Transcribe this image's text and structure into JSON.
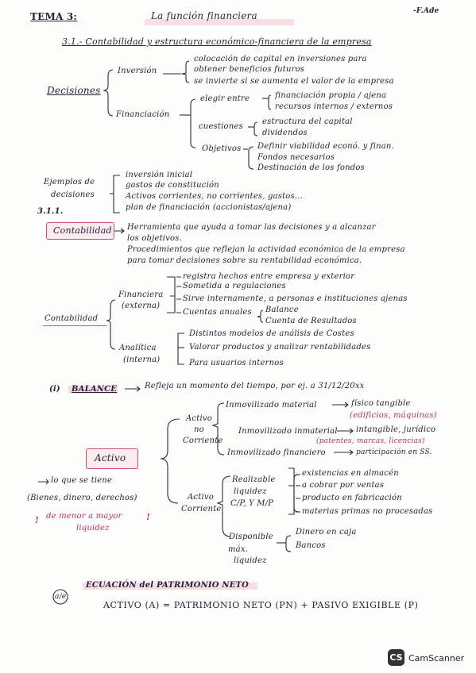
{
  "header": {
    "tema": "TEMA 3:",
    "title": "La función financiera",
    "author": "-F.Ade"
  },
  "section_31": {
    "heading": "3.1.- Contabilidad y estructura económico-financiera de la empresa",
    "decisiones": "Decisiones",
    "inversion": {
      "label": "Inversión",
      "items": [
        "colocación de capital en inversiones para",
        "obtener beneficios futuros",
        "se invierte si se aumenta el valor de la empresa"
      ]
    },
    "financiacion": {
      "label": "Financiación",
      "elegir": "elegir entre",
      "elegir_items": [
        "financiación propia / ajena",
        "recursos internos / externos"
      ],
      "cuestiones": "cuestiones",
      "cuestiones_items": [
        "estructura del capital",
        "dividendos"
      ],
      "objetivos": "Objetivos",
      "objetivos_items": [
        "Definir viabilidad econó. y finan.",
        "Fondos necesarios",
        "Destinación de los fondos"
      ]
    }
  },
  "ejemplos": {
    "label_1": "Ejemplos de",
    "label_2": "decisiones",
    "items": [
      "inversión inicial",
      "gastos de constitución",
      "Activos corrientes, no corrientes, gastos...",
      "plan de financiación (accionistas/ajena)"
    ]
  },
  "section_311": {
    "number": "3.1.1.",
    "contabilidad_box": "Contabilidad",
    "definition": [
      "Herramienta que ayuda a tomar las decisiones y a alcanzar",
      "los objetivos.",
      "Procedimientos que reflejan la actividad económica de la empresa",
      "para tomar decisiones sobre su rentabilidad económica."
    ],
    "contabilidad_label": "Contabilidad",
    "financiera": {
      "label_1": "Financiera",
      "label_2": "(externa)",
      "items": [
        "registra hechos entre empresa y exterior",
        "Sometida a regulaciones",
        "Sirve internamente, a personas e instituciones ajenas",
        "Cuentas anuales"
      ],
      "cuentas": [
        "Balance",
        "Cuenta de Resultados"
      ]
    },
    "analitica": {
      "label_1": "Analítica",
      "label_2": "(interna)",
      "items": [
        "Distintos modelos de análisis de Costes",
        "Valorar productos y analizar rentabilidades",
        "Para usuarios internos"
      ]
    }
  },
  "balance": {
    "number": "(i)",
    "label": "BALANCE",
    "text": "Refleja un momento del tiempo, por ej. a 31/12/20xx"
  },
  "activo": {
    "box": "Activo",
    "lo_que": "lo que se tiene",
    "bienes": "(Bienes, dinero, derechos)",
    "liquidez_1": "de menor a mayor",
    "liquidez_2": "liquidez",
    "no_corriente": {
      "label": [
        "Activo",
        "no",
        "Corriente"
      ],
      "items": [
        {
          "name": "Inmovilizado material",
          "result": "físico tangible",
          "note": "(edificios, máquinas)"
        },
        {
          "name": "Inmovilizado inmaterial",
          "result": "intangible, jurídico",
          "note": "(patentes, marcas, licencias)"
        },
        {
          "name": "Inmovilizado financiero",
          "result": "participación en SS.",
          "note": ""
        }
      ]
    },
    "corriente": {
      "label": [
        "Activo",
        "Corriente"
      ],
      "realizable": [
        "Realizable",
        "liquidez",
        "C/P, Y M/P"
      ],
      "realizable_items": [
        "existencias en almacén",
        "a cobrar por ventas",
        "producto en fabricación",
        "materias primas no procesadas"
      ],
      "disponible": [
        "Disponible",
        "máx.",
        "liquidez"
      ],
      "disponible_items": [
        "Dinero en caja",
        "Bancos"
      ]
    }
  },
  "ecuacion": {
    "icon": "a/e",
    "heading": "ECUACIÓN del PATRIMONIO NETO",
    "formula": "ACTIVO (A) = PATRIMONIO NETO (PN) + PASIVO EXIGIBLE (P)"
  },
  "watermark": {
    "logo": "CS",
    "text": "CamScanner"
  },
  "colors": {
    "ink": "#23233a",
    "highlight": "#d04a7e",
    "liquidez": "#c0306a"
  }
}
